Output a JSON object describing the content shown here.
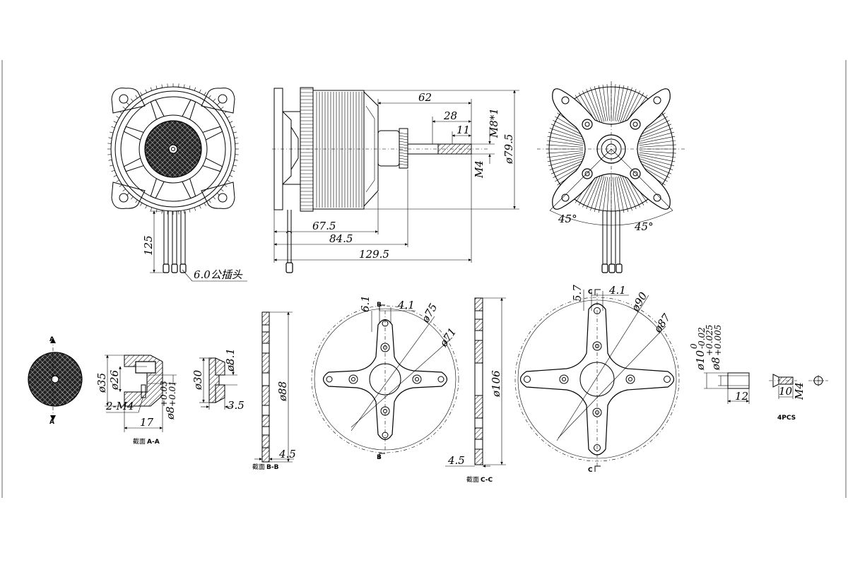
{
  "drawing": {
    "side_view": {
      "shaft_length": "62",
      "shaft_length_2": "28",
      "shaft_flat": "11",
      "thread_label": "M8*1",
      "diameter": "ø79.5",
      "screw_label": "M4",
      "len_body": "67.5",
      "len_mount": "84.5",
      "len_total": "129.5"
    },
    "front_view": {
      "lead_length": "125",
      "connector_label": "6.0公插头"
    },
    "rear_view": {
      "angle_left": "45°",
      "angle_right": "45°"
    },
    "section_a": {
      "marker": "A",
      "d35": "ø35",
      "d26": "ø26",
      "screws": "2-M4",
      "len": "17",
      "d8_base": "ø8",
      "d8_tol_upper": "+0.03",
      "d8_tol_lower": "+0.01",
      "title_prefix": "截面",
      "title_id": "A-A"
    },
    "washer": {
      "d30": "ø30",
      "d81": "ø8.1",
      "thick": "3.5"
    },
    "section_b": {
      "d88": "ø88",
      "thick": "4.5",
      "title_prefix": "截面",
      "title_id": "B-B"
    },
    "mount_b": {
      "marker": "B",
      "d61": "6.1",
      "d41": "4.1",
      "d75": "ø75",
      "d71": "ø71"
    },
    "section_c": {
      "d106": "ø106",
      "thick": "4.5",
      "title_prefix": "截面",
      "title_id": "C-C"
    },
    "mount_c": {
      "marker": "C",
      "d57": "5.7",
      "d41": "4.1",
      "d90": "ø90",
      "d87": "ø87"
    },
    "bushing": {
      "d10_base": "ø10",
      "d10_upper": "0",
      "d10_lower": "-0.02",
      "d8_base": "ø8",
      "d8_upper": "+0.025",
      "d8_lower": "+0.005",
      "len": "12"
    },
    "screw": {
      "len": "10",
      "thread": "M4",
      "qty": "4PCS"
    }
  }
}
